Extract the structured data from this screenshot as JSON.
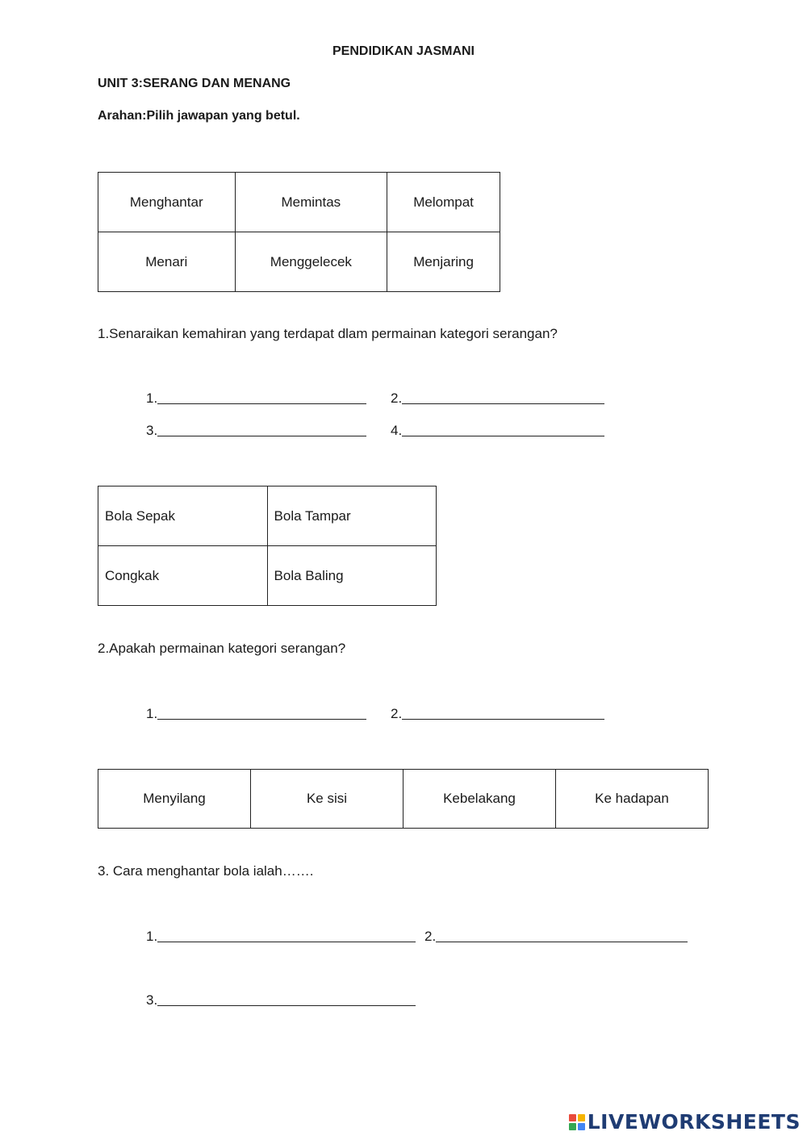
{
  "header": {
    "title": "PENDIDIKAN JASMANI",
    "unit": "UNIT 3:SERANG DAN MENANG",
    "instruction": "Arahan:Pilih jawapan yang betul."
  },
  "table1": {
    "rows": [
      [
        "Menghantar",
        "Memintas",
        "Melompat"
      ],
      [
        "Menari",
        "Menggelecek",
        "Menjaring"
      ]
    ]
  },
  "question1": {
    "text": "1.Senaraikan kemahiran yang terdapat dlam permainan kategori serangan?",
    "blanks": [
      "1.",
      "2.",
      "3.",
      "4."
    ]
  },
  "table2": {
    "rows": [
      [
        "Bola Sepak",
        "Bola Tampar"
      ],
      [
        "Congkak",
        "Bola Baling"
      ]
    ]
  },
  "question2": {
    "text": "2.Apakah permainan kategori serangan?",
    "blanks": [
      "1.",
      "2."
    ]
  },
  "table3": {
    "rows": [
      [
        "Menyilang",
        "Ke sisi",
        "Kebelakang",
        "Ke hadapan"
      ]
    ]
  },
  "question3": {
    "text": "3. Cara menghantar bola ialah…….",
    "blanks": [
      "1.",
      "2.",
      "3."
    ]
  },
  "footer": {
    "logo_text": "LIVEWORKSHEETS",
    "logo_colors": [
      "#e94b3c",
      "#f5b400",
      "#34a853",
      "#4285f4"
    ],
    "logo_icon": "liveworksheets-logo-icon"
  }
}
